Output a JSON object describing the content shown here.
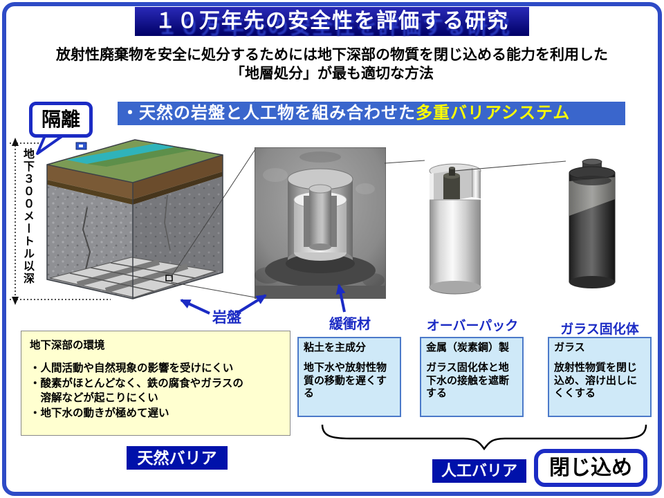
{
  "slide": {
    "title": "１０万年先の安全性を評価する研究",
    "subtitle": {
      "line1": "放射性廃棄物を安全に処分するためには地下深部の物質を閉じ込める能力を利用した",
      "line2": "「地層処分」が最も適切な方法"
    },
    "isolation_badge": "隔離",
    "system_banner": {
      "prefix": "・天然の岩盤と人工物を組み合わせた",
      "highlight": "多重バリアシステム"
    },
    "depth_scale": "地下３００メートル以深",
    "rock_label": "岩盤",
    "barrier_columns": [
      {
        "label": "緩衝材",
        "para1": "粘土を主成分",
        "para2": "地下水や放射性物質の移動を遅くする"
      },
      {
        "label": "オーバーパック",
        "para1": "金属（炭素鋼）製",
        "para2": "ガラス固化体と地下水の接触を遮断する"
      },
      {
        "label": "ガラス固化体",
        "para1": "ガラス",
        "para2": "放射性物質を閉じ込め、溶け出しにくくする"
      }
    ],
    "environment_box": {
      "title": "地下深部の環境",
      "bullets": [
        "・人間活動や自然現象の影響を受けにくい",
        "・酸素がほとんどなく、鉄の腐食やガラスの",
        "　溶解などが起こりにくい",
        "・地下水の動きが極めて遅い"
      ]
    },
    "natural_barrier_label": "天然バリア",
    "engineered_barrier_label": "人工バリア",
    "containment_badge": "閉じ込め"
  },
  "colors": {
    "title_banner_bg": "#000088",
    "accent_blue": "#1b2bc4",
    "system_banner_bg": "#3a66cc",
    "highlight_yellow": "#ffff00",
    "info_box_bg": "#cfe9f8",
    "env_box_bg": "#ffffd0",
    "barrier_box_bg": "#0011aa"
  }
}
